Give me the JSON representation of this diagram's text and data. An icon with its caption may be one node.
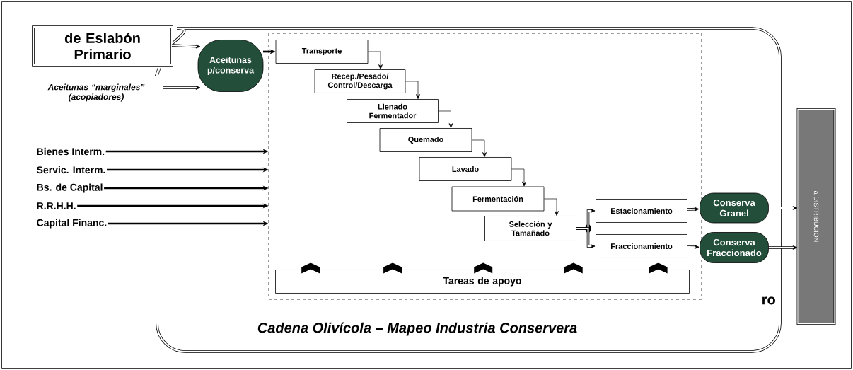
{
  "diagram": {
    "caption": "Cadena Olivícola – Mapeo Industria Conservera",
    "nodes": [
      {
        "text": [
          "de Eslabón Primario"
        ]
      },
      {
        "text": [
          "Aceitunas “marginales” (acopiadores)"
        ]
      },
      {
        "text": [
          "Aceitunas p/conserva"
        ]
      },
      {
        "text": [],
        "shape": "box"
      },
      {
        "text": [
          "Transporte"
        ],
        "in": 3
      },
      {
        "text": [
          "Recep./Pesado/ Control/Descarga"
        ],
        "in": 3
      },
      {
        "text": [
          "Llenado Fermentador"
        ],
        "in": 3
      },
      {
        "text": [
          "Quemado"
        ],
        "in": 3
      },
      {
        "text": [
          "Lavado"
        ],
        "in": 3
      },
      {
        "text": [
          "Fermentación"
        ],
        "in": 3
      },
      {
        "text": [
          "Selección y Tamañado"
        ],
        "in": 3
      },
      {
        "text": [
          "Estacionamiento"
        ],
        "in": 3
      },
      {
        "text": [
          "Fraccionamiento"
        ],
        "in": 3
      },
      {
        "text": [
          "Tareas de apoyo"
        ],
        "in": 3
      },
      {
        "text": [
          "Bienes Interm."
        ]
      },
      {
        "text": [
          "Servic. Interm."
        ]
      },
      {
        "text": [
          "Bs. de Capital"
        ]
      },
      {
        "text": [
          "R.R.H.H."
        ]
      },
      {
        "text": [
          "Capital Financ."
        ]
      },
      {
        "text": [
          "Conserva Granel"
        ]
      },
      {
        "text": [
          "Conserva Fraccionado"
        ]
      },
      {
        "text": [
          "a DISTRIBUCION"
        ]
      }
    ],
    "edges": [
      {
        "from": 0,
        "to": 2,
        "arrow": "to"
      },
      {
        "from": 1,
        "to": 2,
        "arrow": "to"
      },
      {
        "from": 2,
        "to": 4,
        "arrow": "to"
      },
      {
        "from": 4,
        "to": 5,
        "arrow": "to"
      },
      {
        "from": 5,
        "to": 6,
        "arrow": "to"
      },
      {
        "from": 6,
        "to": 7,
        "arrow": "to"
      },
      {
        "from": 7,
        "to": 8,
        "arrow": "to"
      },
      {
        "from": 8,
        "to": 9,
        "arrow": "to"
      },
      {
        "from": 9,
        "to": 10,
        "arrow": "to"
      },
      {
        "from": 10,
        "to": 11,
        "arrow": "to"
      },
      {
        "from": 10,
        "to": 12,
        "arrow": "to"
      },
      {
        "from": 11,
        "to": 19,
        "arrow": "to"
      },
      {
        "from": 12,
        "to": 20,
        "arrow": "to"
      },
      {
        "from": 19,
        "to": 21,
        "arrow": "to"
      },
      {
        "from": 20,
        "to": 21,
        "arrow": "to"
      },
      {
        "from": 14,
        "to": 3,
        "arrow": "to"
      },
      {
        "from": 15,
        "to": 3,
        "arrow": "to"
      },
      {
        "from": 16,
        "to": 3,
        "arrow": "to"
      },
      {
        "from": 17,
        "to": 3,
        "arrow": "to"
      },
      {
        "from": 18,
        "to": 3,
        "arrow": "to"
      }
    ],
    "labels": [
      "ro"
    ]
  }
}
